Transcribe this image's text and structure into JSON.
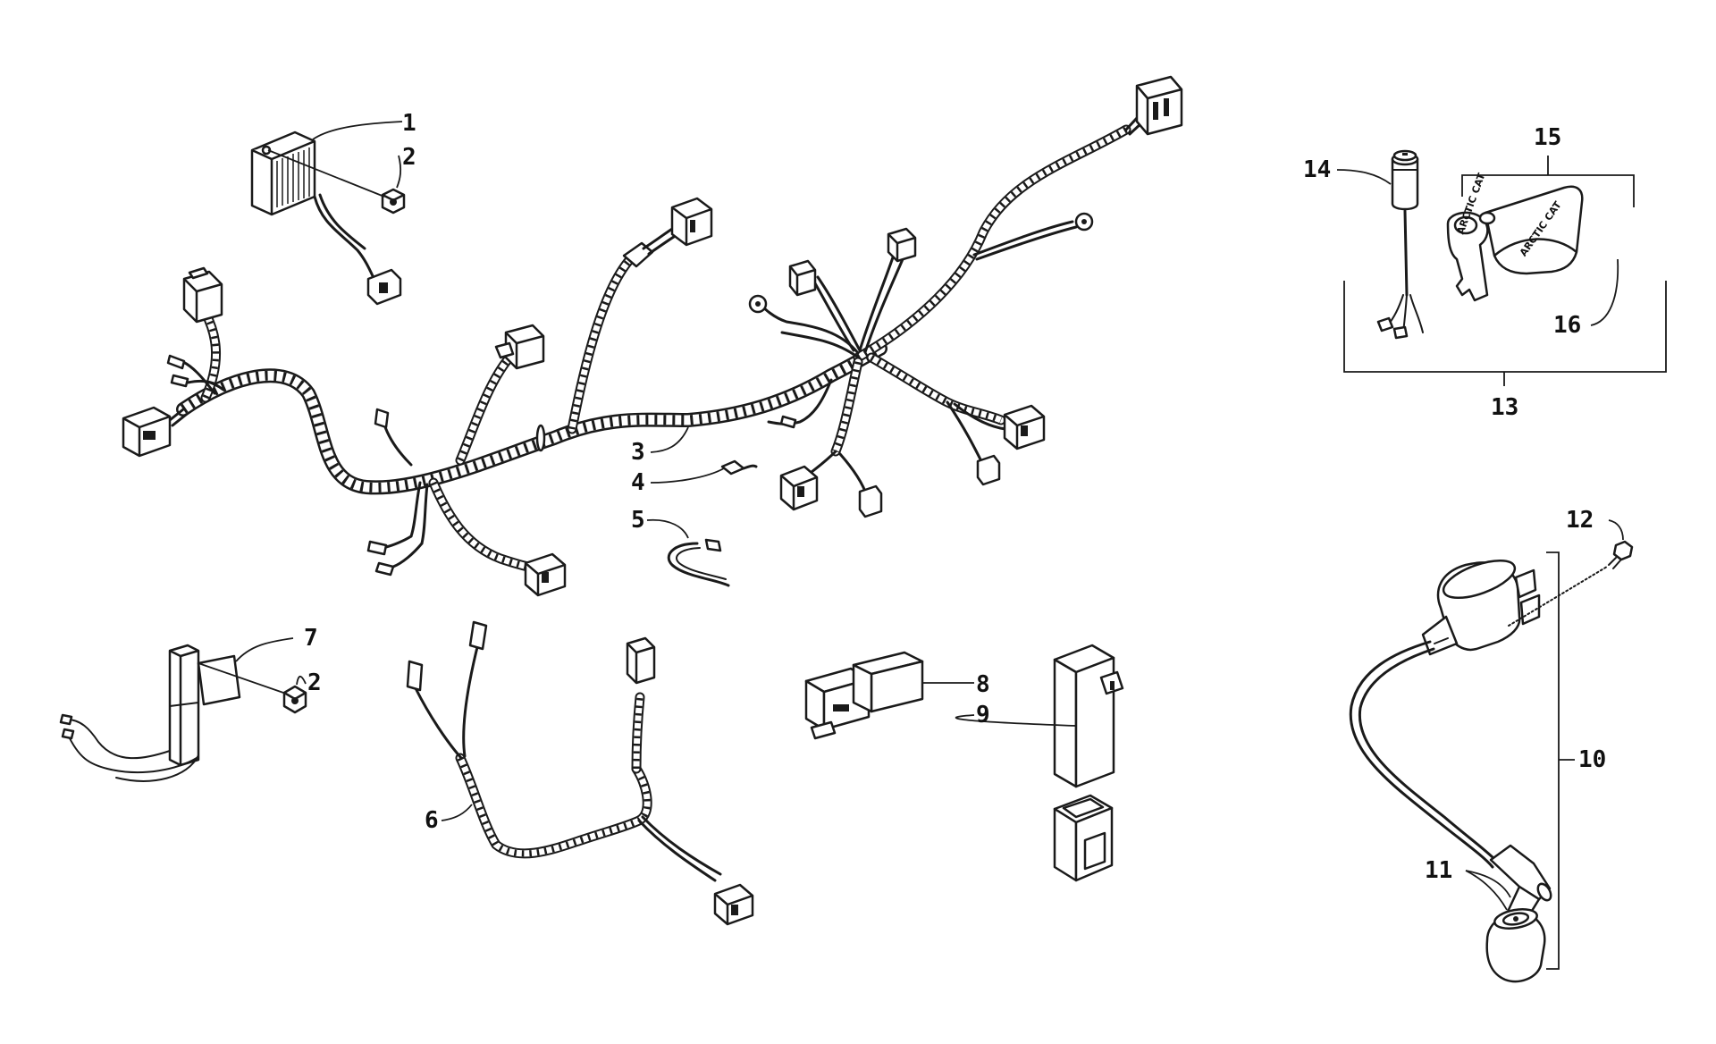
{
  "callouts": [
    {
      "id": "1",
      "label": "1"
    },
    {
      "id": "2a",
      "label": "2"
    },
    {
      "id": "3",
      "label": "3"
    },
    {
      "id": "4",
      "label": "4"
    },
    {
      "id": "5",
      "label": "5"
    },
    {
      "id": "6",
      "label": "6"
    },
    {
      "id": "7",
      "label": "7"
    },
    {
      "id": "2b",
      "label": "2"
    },
    {
      "id": "8",
      "label": "8"
    },
    {
      "id": "9",
      "label": "9"
    },
    {
      "id": "10",
      "label": "10"
    },
    {
      "id": "11",
      "label": "11"
    },
    {
      "id": "12",
      "label": "12"
    },
    {
      "id": "13",
      "label": "13"
    },
    {
      "id": "14",
      "label": "14"
    },
    {
      "id": "15",
      "label": "15"
    },
    {
      "id": "16",
      "label": "16"
    }
  ],
  "key_fob": {
    "brand": "ARCTIC CAT"
  },
  "key_blade": {
    "brand": "ARCTIC CAT"
  }
}
